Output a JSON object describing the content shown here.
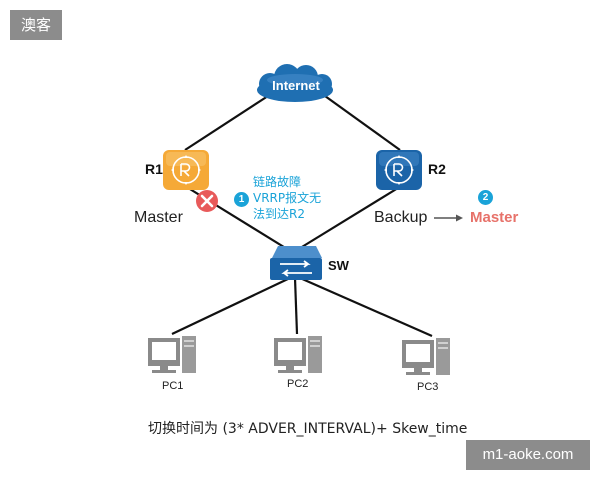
{
  "corner_badge": "澳客",
  "watermark": "m1-aoke.com",
  "internet": {
    "label": "Internet",
    "color": "#1f6fb2"
  },
  "routers": {
    "r1": {
      "name": "R1",
      "role": "Master",
      "color": "#f5a937",
      "fault_color": "#e85a5a"
    },
    "r2": {
      "name": "R2",
      "role": "Backup",
      "color": "#1b64a8"
    }
  },
  "fault_note": {
    "step": "1",
    "lines": [
      "链路故障",
      "VRRP报文无",
      "法到达R2"
    ],
    "color": "#1aa3d8"
  },
  "transition": {
    "step": "2",
    "new_role": "Master",
    "color": "#e7726a"
  },
  "switch": {
    "name": "SW",
    "color": "#1b64a8"
  },
  "pcs": [
    {
      "name": "PC1"
    },
    {
      "name": "PC2"
    },
    {
      "name": "PC3"
    }
  ],
  "formula": "切换时间为 (3* ADVER_INTERVAL)+ Skew_time"
}
